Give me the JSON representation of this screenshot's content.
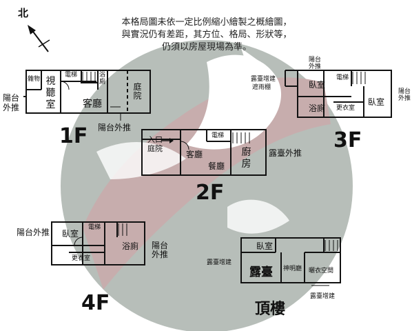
{
  "north_label": "北",
  "disclaimer": [
    "本格局圖未依一定比例縮小繪製之概繪圖，",
    "與實況仍有差距，其方位、格局、形狀等，",
    "仍須以房屋現場為準。"
  ],
  "floors": {
    "f1": {
      "title": "1F",
      "storage": "雜物",
      "living": "視聽室",
      "elevator": "電梯",
      "bath": "浴廁",
      "garden": "庭院",
      "lounge": "客廳",
      "balcony_left": "陽台外推",
      "balcony_bottom": "陽台外推"
    },
    "f2": {
      "title": "2F",
      "entry": "入口庭院",
      "elevator": "電梯",
      "lounge": "客廳",
      "dining": "餐廳",
      "kitchen": "廚房",
      "terrace": "露臺外推"
    },
    "f3": {
      "title": "3F",
      "terrace_add": "露臺增建",
      "awning": "遮雨棚",
      "balcony": "陽台外推",
      "bedroom1": "臥室",
      "elevator": "電梯",
      "bath": "浴廁",
      "closet": "更衣室",
      "bedroom2": "臥室",
      "balcony_right": "陽台外推"
    },
    "f4": {
      "title": "4F",
      "balcony_left": "陽台外推",
      "bedroom": "臥室",
      "elevator": "電梯",
      "bath": "浴廁",
      "closet": "更衣室",
      "balcony_right": "陽台外推"
    },
    "roof": {
      "title": "頂樓",
      "bedroom": "臥室",
      "terrace_add_left": "露臺增建",
      "terrace": "露臺",
      "shrine": "神明廳",
      "drying": "曬衣空間",
      "terrace_add_bottom": "露臺增建"
    }
  },
  "colors": {
    "wall": "#111111",
    "watermark_gray": "#7d8a80",
    "watermark_red": "#9b6b6b"
  }
}
